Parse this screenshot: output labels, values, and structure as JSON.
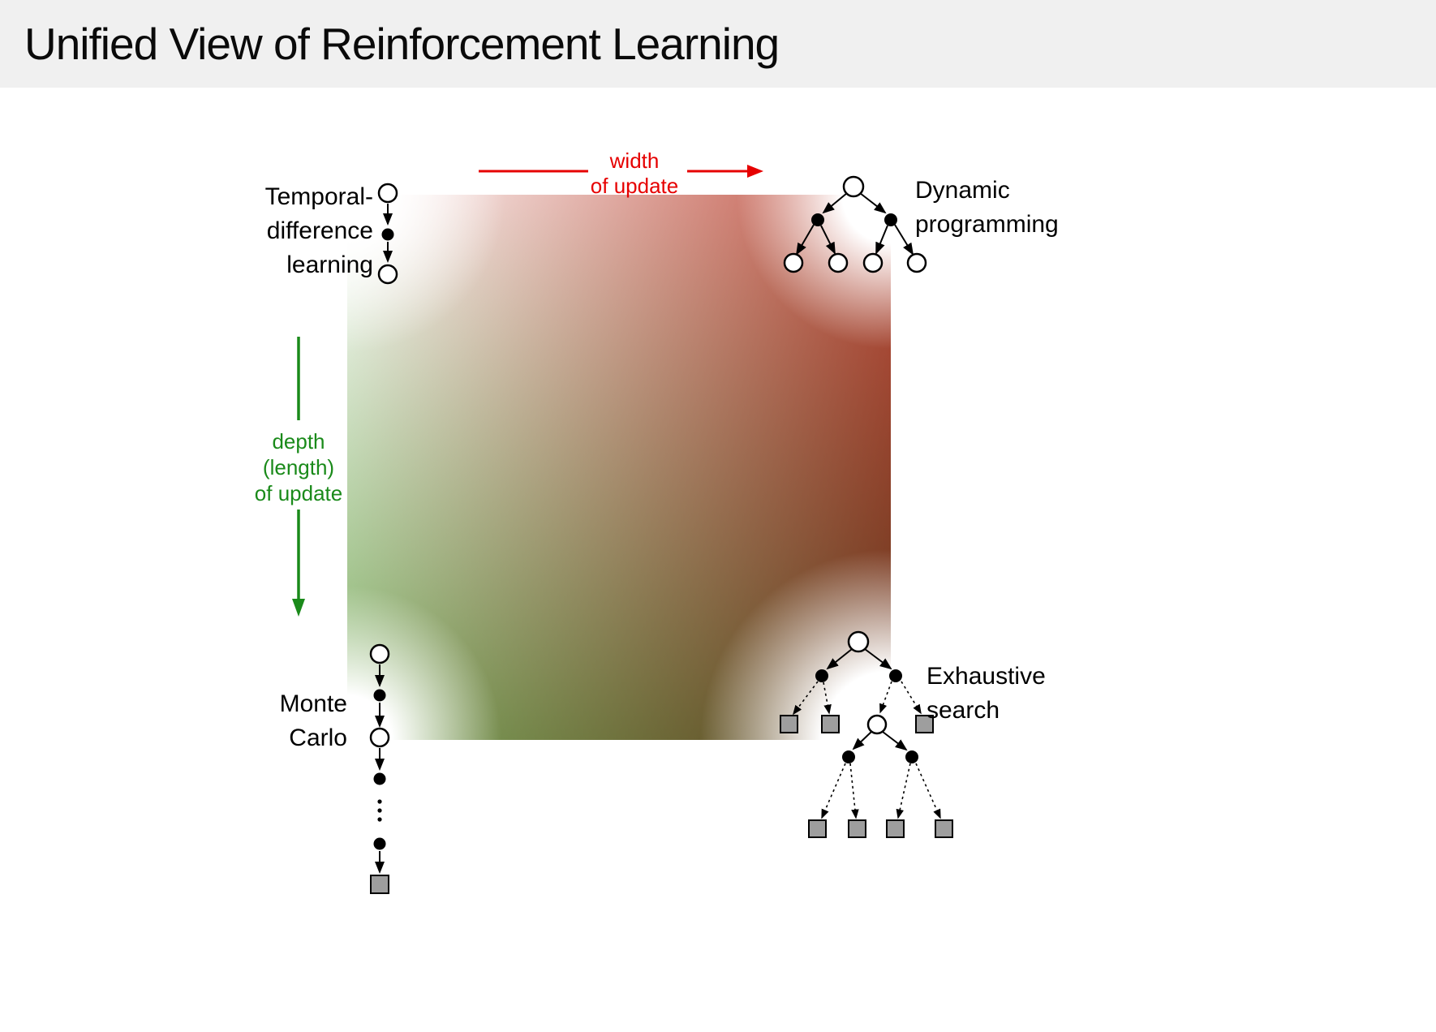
{
  "slide": {
    "title": "Unified View of Reinforcement Learning"
  },
  "axes": {
    "width": {
      "lines": [
        "width",
        "of update"
      ],
      "color": "#e60000"
    },
    "depth": {
      "lines": [
        "depth",
        "(length)",
        "of update"
      ],
      "color": "#1a8a1a"
    }
  },
  "methods": {
    "temporal_difference": {
      "lines": [
        "Temporal-",
        "difference",
        "learning"
      ]
    },
    "dynamic_programming": {
      "lines": [
        "Dynamic",
        "programming"
      ]
    },
    "monte_carlo": {
      "lines": [
        "Monte",
        "Carlo"
      ]
    },
    "exhaustive_search": {
      "lines": [
        "Exhaustive",
        "search"
      ]
    }
  },
  "icons": {
    "state_node": "open-circle",
    "action_node": "filled-dot",
    "terminal_node": "gray-square"
  },
  "colors": {
    "header_background": "#f0f0f0",
    "width_axis_red": "#e60000",
    "depth_axis_green": "#1a8a1a",
    "gradient_red": "#bf4f3f",
    "gradient_green": "#7fae62",
    "terminal_gray": "#9e9e9e"
  }
}
